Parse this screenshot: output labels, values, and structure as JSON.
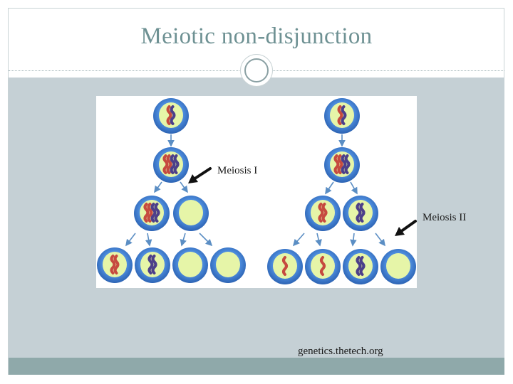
{
  "slide": {
    "title": "Meiotic non-disjunction",
    "label_meiosis_1": "Meiosis I",
    "label_meiosis_2": "Meiosis II",
    "credit": "genetics.thetech.org"
  },
  "colors": {
    "title": "#6e9193",
    "content_background": "#c5d0d5",
    "bottom_band": "#8fa9aa",
    "cell_membrane": "#3a78c9",
    "cell_interior": "#e6f5a8",
    "chromosome_red": "#c64a3f",
    "chromosome_purple": "#4c3f8a",
    "arrow_blue": "#5b8ec4",
    "pointer_arrow": "#111111"
  }
}
